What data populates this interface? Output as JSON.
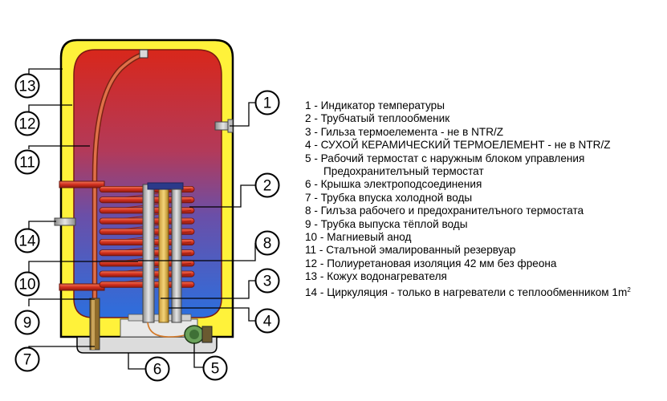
{
  "callouts": [
    "1",
    "2",
    "3",
    "4",
    "5",
    "6",
    "7",
    "8",
    "9",
    "10",
    "11",
    "12",
    "13",
    "14"
  ],
  "legend": [
    {
      "text": "1 - Индикатор температуры"
    },
    {
      "text": "2 - Трубчатый теплообменик"
    },
    {
      "text": "3 - Гильза термоелемента - не в NTR/Z"
    },
    {
      "text": "4 - СУХОЙ КЕРАМИЧЕСКИЙ ТЕРМОЕЛЕМЕНТ - не в NTR/Z"
    },
    {
      "text": "5 - Рабочий термостат с наружным блоком управления"
    },
    {
      "text": "Предохранителъный термостат",
      "continuation": true
    },
    {
      "text": "6 - Крышка электроподсоединения"
    },
    {
      "text": "7 - Трубка впуска холодной воды"
    },
    {
      "text": "8 - Гилъза рабочего и предохранителъного термостата"
    },
    {
      "text": "9 - Трубка выпуска тёплой воды"
    },
    {
      "text": "10 - Магниевый анод"
    },
    {
      "text": "11 - Сталъной эмалированный резервуар"
    },
    {
      "text": "12 - Полиуретановая изоляция 42 мм без фреона"
    },
    {
      "text": "13 - Кожух водонагревателя"
    },
    {
      "text": "14 - Циркуляция - только в нагреватели с теплообменником 1m",
      "superscript": "2"
    }
  ],
  "colors": {
    "jacket": "#fff23a",
    "tank_top": "#d82a1e",
    "tank_bottom": "#2f6fd8",
    "coil": "#d93a26",
    "outline": "#000000"
  }
}
